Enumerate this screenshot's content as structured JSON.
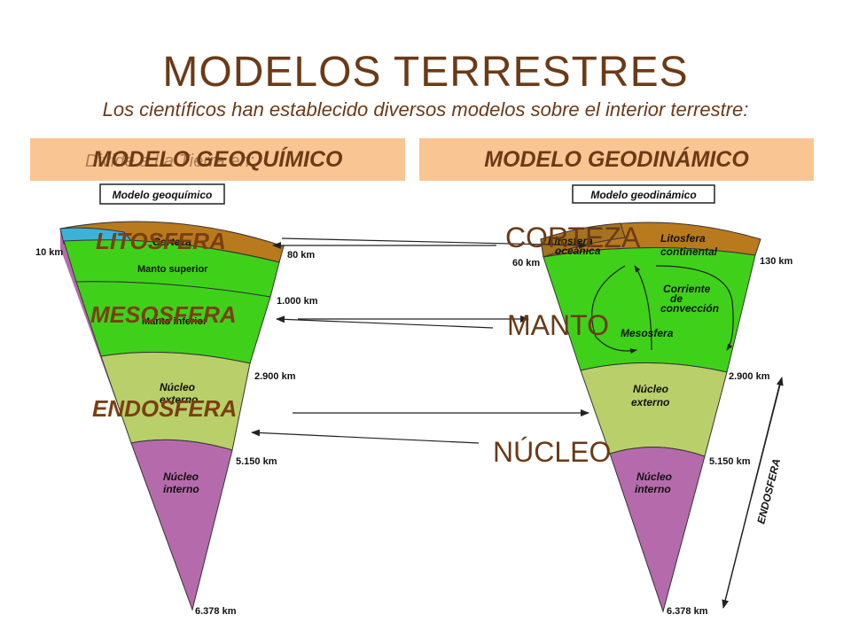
{
  "title": "MODELOS TERRESTRES",
  "subtitle": "Los científicos han establecido diversos modelos sobre el interior terrestre:",
  "headers": {
    "geoquimico": "MODELO GEOQUÍMICO",
    "geodinamico": "MODELO GEODINÁMICO"
  },
  "overlay_text": "Divide a La Tierra en:",
  "left_wedge": {
    "box_title": "Modelo geoquímico",
    "layers": {
      "corteza": "Corteza",
      "manto_superior": "Manto superior",
      "manto_inferior": "Manto inferior",
      "nucleo_externo_1": "Núcleo",
      "nucleo_externo_2": "externo",
      "nucleo_interno_1": "Núcleo",
      "nucleo_interno_2": "interno"
    },
    "depths": {
      "d10": "10 km",
      "d80": "80 km",
      "d1000": "1.000 km",
      "d2900": "2.900 km",
      "d5150": "5.150 km",
      "d6378": "6.378 km"
    }
  },
  "right_wedge": {
    "box_title": "Modelo geodinámico",
    "layers": {
      "litosfera_oceanica_1": "Litosfera",
      "litosfera_oceanica_2": "oceánica",
      "litosfera_continental_1": "Litosfera",
      "litosfera_continental_2": "continental",
      "corriente_1": "Corriente",
      "corriente_2": "de",
      "corriente_3": "convección",
      "mesosfera": "Mesosfera",
      "nucleo_externo_1": "Núcleo",
      "nucleo_externo_2": "externo",
      "nucleo_interno_1": "Núcleo",
      "nucleo_interno_2": "interno",
      "endosfera": "ENDOSFERA"
    },
    "depths": {
      "d60": "60 km",
      "d130": "130 km",
      "d2900": "2.900 km",
      "d5150": "5.150 km",
      "d6378": "6.378 km"
    }
  },
  "geochemical_labels": {
    "litosfera": "LITOSFERA",
    "mesosfera": "MESOSFERA",
    "endosfera": "ENDOSFERA"
  },
  "geodynamic_labels": {
    "corteza": "CORTEZA",
    "manto": "MANTO",
    "nucleo": "NÚCLEO"
  },
  "colors": {
    "title_brown": "#6b3a17",
    "header_bg": "#f9c693",
    "crust_brown": "#b87a1c",
    "ocean_blue": "#3bb3d9",
    "mantle_green": "#3fd11a",
    "outer_core": "#b9cf6a",
    "inner_core": "#b56bab"
  }
}
